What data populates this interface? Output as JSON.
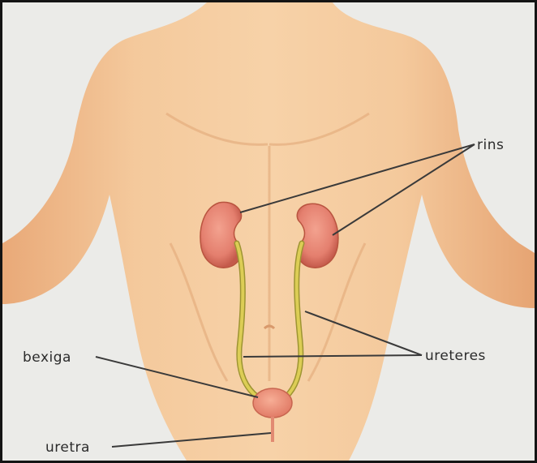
{
  "labels": {
    "rins": "rins",
    "ureteres": "ureteres",
    "bexiga": "bexiga",
    "uretra": "uretra"
  },
  "colors": {
    "background": "#ebebe8",
    "skin": "#f2c393",
    "skin_shadow": "#e2a574",
    "kidney": "#e47f6e",
    "kidney_dark": "#c95c4c",
    "ureter": "#d7c94f",
    "ureter_edge": "#9d9432",
    "bladder": "#ee8a74",
    "leader_line": "#3a3a3a",
    "frame": "#141414"
  }
}
